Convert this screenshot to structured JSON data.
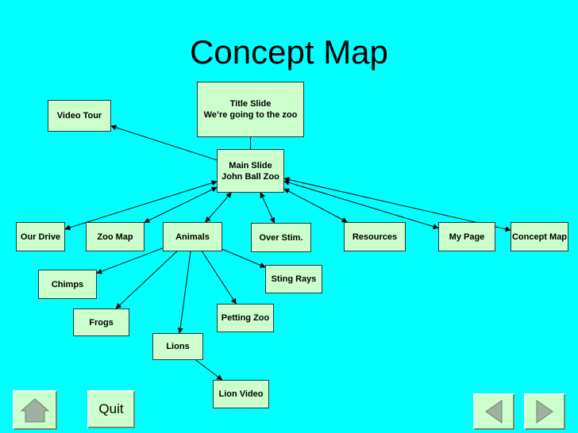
{
  "title": "Concept Map",
  "nodes": {
    "title_slide": [
      "Title Slide",
      "We’re going to the zoo"
    ],
    "video_tour": [
      "Video Tour"
    ],
    "main_slide": [
      "Main Slide",
      "John Ball Zoo"
    ],
    "our_drive": [
      "Our Drive"
    ],
    "zoo_map": [
      "Zoo Map"
    ],
    "animals": [
      "Animals"
    ],
    "over_stim": [
      "Over Stim."
    ],
    "resources": [
      "Resources"
    ],
    "my_page": [
      "My Page"
    ],
    "concept_map": [
      "Concept Map"
    ],
    "chimps": [
      "Chimps"
    ],
    "sting_rays": [
      "Sting Rays"
    ],
    "frogs": [
      "Frogs"
    ],
    "petting_zoo": [
      "Petting Zoo"
    ],
    "lions": [
      "Lions"
    ],
    "lion_video": [
      "Lion Video"
    ]
  },
  "edges": [
    {
      "from": "title_slide",
      "to": "main_slide",
      "arrows": "none"
    },
    {
      "from": "main_slide",
      "to": "video_tour",
      "arrows": "end"
    },
    {
      "from": "main_slide",
      "to": "our_drive",
      "arrows": "both"
    },
    {
      "from": "main_slide",
      "to": "zoo_map",
      "arrows": "both"
    },
    {
      "from": "main_slide",
      "to": "animals",
      "arrows": "both"
    },
    {
      "from": "main_slide",
      "to": "over_stim",
      "arrows": "both"
    },
    {
      "from": "main_slide",
      "to": "resources",
      "arrows": "both"
    },
    {
      "from": "main_slide",
      "to": "my_page",
      "arrows": "both"
    },
    {
      "from": "main_slide",
      "to": "concept_map",
      "arrows": "both"
    },
    {
      "from": "animals",
      "to": "chimps",
      "arrows": "end"
    },
    {
      "from": "animals",
      "to": "frogs",
      "arrows": "end"
    },
    {
      "from": "animals",
      "to": "lions",
      "arrows": "end"
    },
    {
      "from": "animals",
      "to": "petting_zoo",
      "arrows": "end"
    },
    {
      "from": "animals",
      "to": "sting_rays",
      "arrows": "end"
    },
    {
      "from": "lions",
      "to": "lion_video",
      "arrows": "end"
    }
  ],
  "buttons": {
    "quit_label": "Quit",
    "home_icon": "home-icon",
    "back_icon": "triangle-left-icon",
    "forward_icon": "triangle-right-icon"
  },
  "colors": {
    "background": "#00FFFF",
    "node_fill": "#CCFFCC",
    "line": "#000000"
  }
}
